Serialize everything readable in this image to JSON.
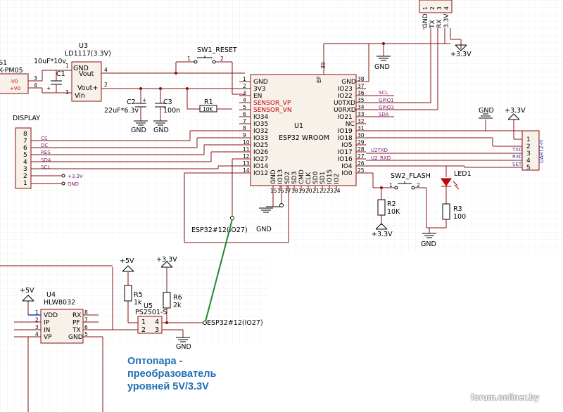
{
  "modules": {
    "power": {
      "ref": "S1",
      "part": "K-PM05",
      "pin1": "-V0",
      "pin2": "+V0"
    },
    "regulator": {
      "ref": "U3",
      "part": "LD1117(3.3V)",
      "gnd": "GND",
      "vout": "Vout",
      "vout_plus": "Vout+",
      "vin": "Vin"
    },
    "c1": {
      "ref": "C1",
      "value": "10uF*10v"
    },
    "c2": {
      "ref": "C2",
      "value": "22uF*6.3v"
    },
    "c3": {
      "ref": "C3",
      "value": "100n"
    },
    "sw1": {
      "ref": "SW1_RESET"
    },
    "r1": {
      "ref": "R1",
      "value": "10K"
    },
    "display": {
      "title": "DISPLAY",
      "pins": [
        "8",
        "7",
        "6",
        "5",
        "4",
        "3",
        "2",
        "1"
      ],
      "signals": [
        "CS",
        "DC",
        "RES",
        "SDA",
        "SCL"
      ],
      "plus": "+3.3V",
      "gnd": "GND"
    },
    "esp": {
      "ref": "U1",
      "part": "ESP32 WROOM",
      "left_pins": [
        {
          "num": "1",
          "name": "GND"
        },
        {
          "num": "2",
          "name": "3V3"
        },
        {
          "num": "3",
          "name": "EN"
        },
        {
          "num": "4",
          "name": "SENSOR_VP"
        },
        {
          "num": "5",
          "name": "SENSOR_VN"
        },
        {
          "num": "6",
          "name": "IO34"
        },
        {
          "num": "7",
          "name": "IO35"
        },
        {
          "num": "8",
          "name": "IO32"
        },
        {
          "num": "9",
          "name": "IO33"
        },
        {
          "num": "10",
          "name": "IO25"
        },
        {
          "num": "11",
          "name": "IO26"
        },
        {
          "num": "12",
          "name": "IO27"
        },
        {
          "num": "13",
          "name": "IO14"
        },
        {
          "num": "14",
          "name": "IO12"
        }
      ],
      "right_pins": [
        {
          "num": "38",
          "name": "GND"
        },
        {
          "num": "37",
          "name": "IO23"
        },
        {
          "num": "36",
          "name": "IO22"
        },
        {
          "num": "35",
          "name": "U0TXD"
        },
        {
          "num": "34",
          "name": "U0RXD"
        },
        {
          "num": "33",
          "name": "IO21"
        },
        {
          "num": "32",
          "name": "NC"
        },
        {
          "num": "31",
          "name": "IO19"
        },
        {
          "num": "30",
          "name": "IO18"
        },
        {
          "num": "29",
          "name": "IO5"
        },
        {
          "num": "28",
          "name": "IO17"
        },
        {
          "num": "27",
          "name": "IO16"
        },
        {
          "num": "26",
          "name": "IO4"
        },
        {
          "num": "25",
          "name": "IO0"
        }
      ],
      "bottom_pins": [
        {
          "num": "15",
          "name": "GND"
        },
        {
          "num": "16",
          "name": "IO13"
        },
        {
          "num": "17",
          "name": "SD2"
        },
        {
          "num": "18",
          "name": "SD3"
        },
        {
          "num": "19",
          "name": "CMD"
        },
        {
          "num": "20",
          "name": "CLK"
        },
        {
          "num": "21",
          "name": "SD0"
        },
        {
          "num": "22",
          "name": "SD1"
        },
        {
          "num": "23",
          "name": "IO15"
        },
        {
          "num": "24",
          "name": "IO2"
        }
      ],
      "ep_pin": {
        "num": "39",
        "name": "EP"
      }
    },
    "net_labels": [
      "SCL",
      "GPIO1",
      "GPIO3",
      "SDA",
      "U2TXD",
      "U2_RXD"
    ],
    "prog_header": {
      "pins": [
        "GND",
        "TX",
        "RX",
        "3.3V"
      ],
      "nums": [
        "1",
        "2",
        "3",
        "4"
      ]
    },
    "uart2": {
      "ref": "UART2-H",
      "pins": [
        "TXD",
        "RXD",
        "SET"
      ],
      "nums": [
        "1",
        "2",
        "3",
        "4",
        "5"
      ]
    },
    "sw2": {
      "ref": "SW2_FLASH"
    },
    "r2": {
      "ref": "R2",
      "value": "10K"
    },
    "led": {
      "ref": "LED1"
    },
    "r3": {
      "ref": "R3",
      "value": "100"
    },
    "hlw": {
      "ref": "U4",
      "part": "HLW8032",
      "left": [
        "VDD",
        "IP",
        "IN",
        "VP"
      ],
      "left_nums": [
        "1",
        "2",
        "3",
        "4"
      ],
      "right": [
        "RX",
        "PF",
        "TX",
        "GND"
      ],
      "right_nums": [
        "8",
        "7",
        "6",
        "5"
      ]
    },
    "opto": {
      "ref": "U5",
      "part": "PS2501-S",
      "nums": [
        "1",
        "2",
        "3",
        "4"
      ]
    },
    "r5": {
      "ref": "R5",
      "value": "1k"
    },
    "r6": {
      "ref": "R6",
      "value": "2k"
    },
    "net_ref": "ESP32#12(IO27)"
  },
  "power_labels": {
    "gnd": "GND",
    "v33": "+3.3V",
    "v5": "+5V"
  },
  "caption": [
    "Оптопара -",
    "преобразователь",
    "уровней 5V/3.3V"
  ],
  "watermark": "forum.onliner.by"
}
